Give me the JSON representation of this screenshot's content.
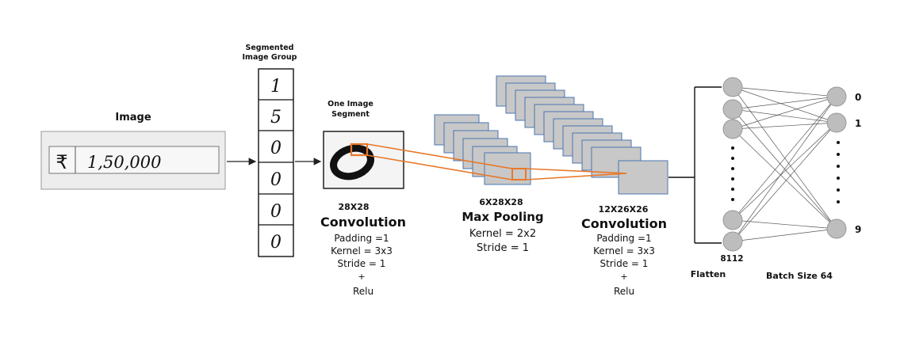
{
  "image_block": {
    "title": "Image",
    "rupee_symbol": "₹",
    "amount": "1,50,000"
  },
  "segment_group": {
    "title_line1": "Segmented",
    "title_line2": "Image Group",
    "digits": [
      "1",
      "5",
      "0",
      "0",
      "0",
      "0"
    ]
  },
  "one_segment": {
    "title_line1": "One Image",
    "title_line2": "Segment",
    "digit": "0"
  },
  "conv1": {
    "size": "28X28",
    "name": "Convolution",
    "padding": "Padding =1",
    "kernel": "Kernel = 3x3",
    "stride": "Stride = 1",
    "plus": "+",
    "activation": "Relu"
  },
  "pool": {
    "size": "6X28X28",
    "name": "Max Pooling",
    "kernel": "Kernel = 2x2",
    "stride": "Stride = 1"
  },
  "conv2": {
    "size": "12X26X26",
    "name": "Convolution",
    "padding": "Padding =1",
    "kernel": "Kernel = 3x3",
    "stride": "Stride = 1",
    "plus": "+",
    "activation": "Relu"
  },
  "dense": {
    "flatten_count": "8112",
    "flatten_label": "Flatten",
    "batch_label": "Batch Size 64",
    "outputs": [
      "0",
      "1",
      "9"
    ]
  },
  "colors": {
    "feature_map_fill": "#c8c8c8",
    "feature_map_stroke": "#4a76b0",
    "highlight": "#e8782a",
    "node_fill": "#bdbdbd"
  }
}
